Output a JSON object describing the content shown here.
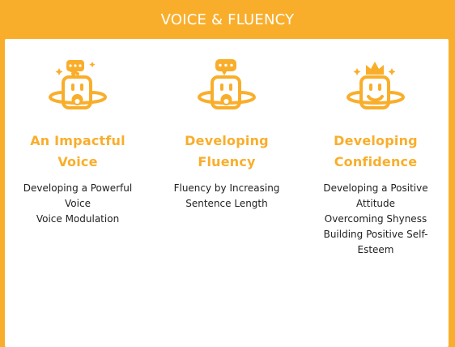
{
  "header": {
    "title": "VOICE & FLUENCY"
  },
  "colors": {
    "accent": "#F9AE2B",
    "text": "#1f1f1f",
    "background": "#ffffff"
  },
  "features": [
    {
      "icon": "speaking-mascot-open-mouth-icon",
      "title_lines": [
        "An Impactful",
        "Voice"
      ],
      "items": [
        "Developing a Powerful",
        "Voice",
        "Voice Modulation"
      ]
    },
    {
      "icon": "speaking-mascot-chat-bubble-icon",
      "title_lines": [
        "Developing",
        "Fluency"
      ],
      "items": [
        "Fluency by Increasing",
        "Sentence Length"
      ]
    },
    {
      "icon": "smiling-mascot-crown-icon",
      "title_lines": [
        "Developing",
        "Confidence"
      ],
      "items": [
        "Developing a Positive",
        "Attitude",
        "Overcoming Shyness",
        "Building Positive Self-",
        "Esteem"
      ]
    }
  ]
}
